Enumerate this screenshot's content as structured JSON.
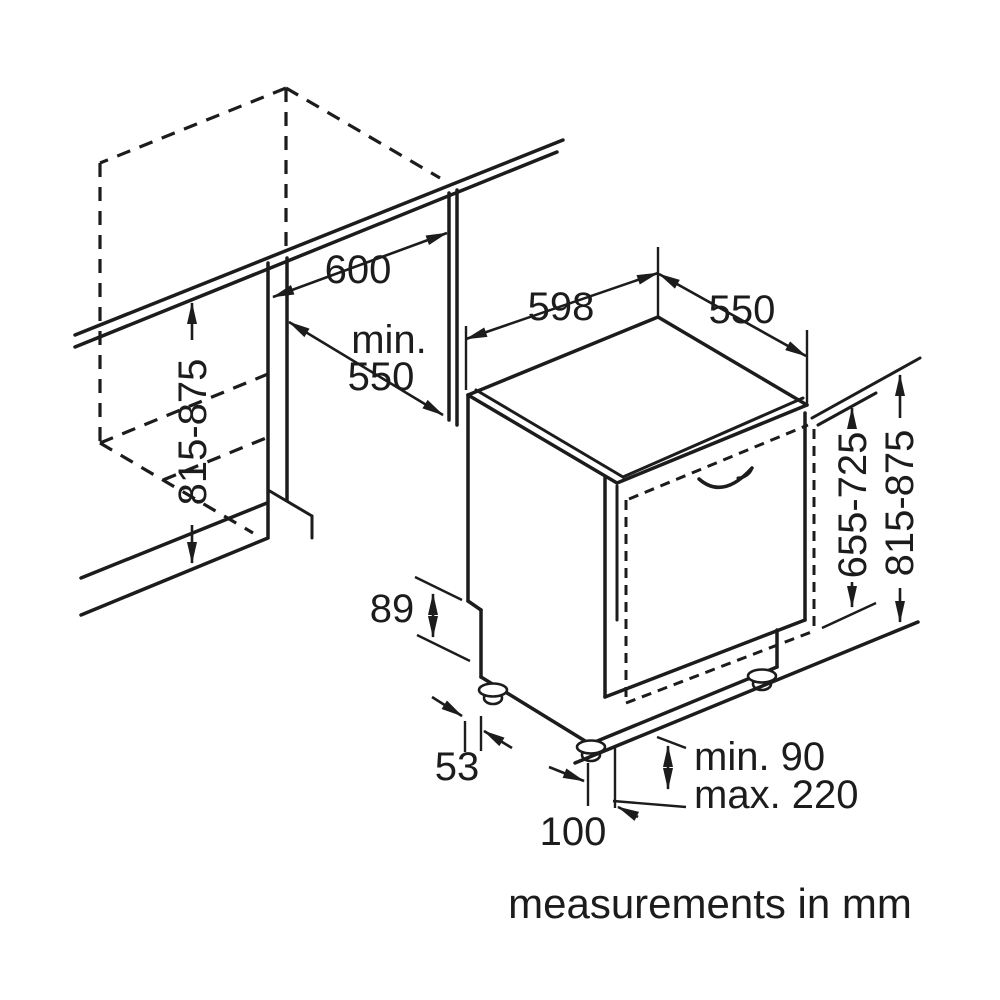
{
  "diagram": {
    "footnote": "measurements in mm",
    "colors": {
      "line": "#1c1c1c",
      "background": "#ffffff"
    },
    "dimensions": {
      "niche_width": "600",
      "niche_depth_prefix": "min.",
      "niche_depth_value": "550",
      "niche_height_left": "815-875",
      "appliance_width": "598",
      "appliance_depth": "550",
      "door_panel_height": "655-725",
      "niche_height_right": "815-875",
      "base_recess_height": "89",
      "side_panel_offset": "53",
      "foot_to_front_offset": "100",
      "plinth_min": "min. 90",
      "plinth_max": "max. 220"
    }
  }
}
